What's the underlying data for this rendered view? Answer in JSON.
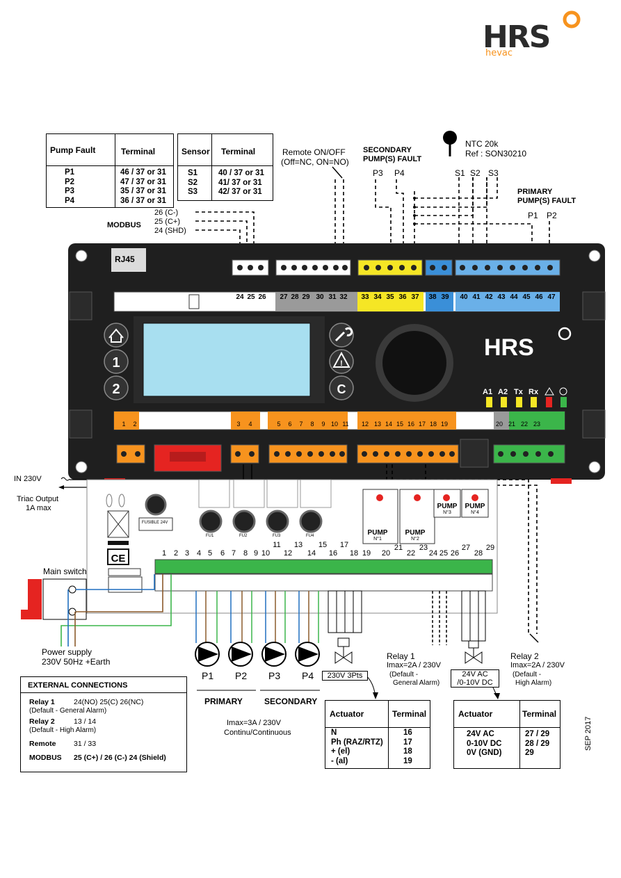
{
  "logo": {
    "brand": "HRS",
    "sub": "hevac"
  },
  "pump_fault_table": {
    "headers": [
      "Pump Fault",
      "Terminal"
    ],
    "rows": [
      [
        "P1",
        "46 / 37 or 31"
      ],
      [
        "P2",
        "47 / 37 or 31"
      ],
      [
        "P3",
        "35 / 37 or 31"
      ],
      [
        "P4",
        "36 / 37 or 31"
      ]
    ]
  },
  "sensor_table": {
    "headers": [
      "Sensor",
      "Terminal"
    ],
    "rows": [
      [
        "S1",
        "40 / 37 or 31"
      ],
      [
        "S2",
        "41/ 37 or 31"
      ],
      [
        "S3",
        "42/ 37 or 31"
      ]
    ]
  },
  "labels": {
    "remote": "Remote ON/OFF",
    "remote_sub": "(Off=NC, ON=NO)",
    "secondary_fault_1": "SECONDARY",
    "secondary_fault_2": "PUMP(S) FAULT",
    "ntc_1": "NTC 20k",
    "ntc_2": "Ref : SON30210",
    "primary_fault_1": "PRIMARY",
    "primary_fault_2": "PUMP(S) FAULT",
    "p3": "P3",
    "p4": "P4",
    "s1": "S1",
    "s2": "S2",
    "s3": "S3",
    "p1": "P1",
    "p2": "P2",
    "modbus": "MODBUS",
    "modbus_c_minus": "26 (C-)",
    "modbus_c_plus": "25 (C+)",
    "modbus_shd": "24 (SHD)",
    "rj45": "RJ45",
    "in230": "IN 230V",
    "triac_1": "Triac Output",
    "triac_2": "1A max",
    "main_switch": "Main switch",
    "power_1": "Power supply",
    "power_2": "230V 50Hz +Earth",
    "relay1_1": "Relay 1",
    "relay1_2": "Imax=2A / 230V",
    "relay1_3": "(Default -",
    "relay1_4": "General Alarm)",
    "relay2_1": "Relay 2",
    "relay2_2": "Imax=2A / 230V",
    "relay2_3": "(Default -",
    "relay2_4": "High Alarm)",
    "primary": "PRIMARY",
    "secondary": "SECONDARY",
    "imax": "Imax=3A / 230V",
    "continu": "Continu/Continuous",
    "v230_3pts": "230V 3Pts",
    "v24ac_1": "24V AC",
    "v24ac_2": "/0-10V DC",
    "sep": "SEP 2017",
    "fusible": "FUSIBLE 24V",
    "led_a1": "A1",
    "led_a2": "A2",
    "led_tx": "Tx",
    "led_rx": "Rx"
  },
  "pump_labels": [
    "P1",
    "P2",
    "P3",
    "P4"
  ],
  "actuator_table_1": {
    "headers": [
      "Actuator",
      "Terminal"
    ],
    "rows": [
      [
        "N",
        "16"
      ],
      [
        "Ph (RAZ/RTZ)",
        "17"
      ],
      [
        "+ (el)",
        "18"
      ],
      [
        "- (al)",
        "19"
      ]
    ]
  },
  "actuator_table_2": {
    "headers": [
      "Actuator",
      "Terminal"
    ],
    "rows": [
      [
        "24V AC",
        "27 / 29"
      ],
      [
        "0-10V DC",
        "28 / 29"
      ],
      [
        "0V (GND)",
        "29"
      ]
    ]
  },
  "external": {
    "title": "EXTERNAL CONNECTIONS",
    "rows": [
      [
        "Relay 1",
        "24(NO) 25(C) 26(NC)"
      ],
      [
        "(Default - General Alarm)",
        ""
      ],
      [
        "Relay 2",
        "13 / 14"
      ],
      [
        "(Default - High Alarm)",
        ""
      ],
      [
        "Remote",
        "31 / 33"
      ],
      [
        "MODBUS",
        "25 (C+) / 26 (C-) 24 (Shield)"
      ]
    ]
  },
  "top_terminals": [
    "24",
    "25",
    "26",
    "27",
    "28",
    "29",
    "30",
    "31",
    "32",
    "33",
    "34",
    "35",
    "36",
    "37",
    "38",
    "39",
    "40",
    "41",
    "42",
    "43",
    "44",
    "45",
    "46",
    "47"
  ],
  "mid_terminals": [
    "1",
    "2",
    "3",
    "4",
    "5",
    "6",
    "7",
    "8",
    "9",
    "10",
    "11",
    "12",
    "13",
    "14",
    "15",
    "16",
    "17",
    "18",
    "19",
    "20",
    "21",
    "22",
    "23"
  ],
  "board_terminals": [
    "1",
    "2",
    "3",
    "4",
    "5",
    "6",
    "7",
    "8",
    "9",
    "10",
    "11",
    "12",
    "13",
    "14",
    "15",
    "16",
    "17",
    "18",
    "19",
    "20",
    "21",
    "22",
    "23",
    "24",
    "25",
    "26",
    "27",
    "28",
    "29"
  ],
  "fuse_labels": [
    "FU1",
    "FU2",
    "FU3",
    "FU4"
  ],
  "pump_modules": [
    "PUMP N°1",
    "PUMP N°2",
    "PUMP N°3",
    "PUMP N°4"
  ],
  "colors": {
    "black": "#1a1a1a",
    "orange": "#f7931e",
    "yellow": "#f5e625",
    "blue": "#3a8fd8",
    "green": "#3bb54a",
    "red": "#e52421",
    "gray": "#9a9a9a"
  }
}
